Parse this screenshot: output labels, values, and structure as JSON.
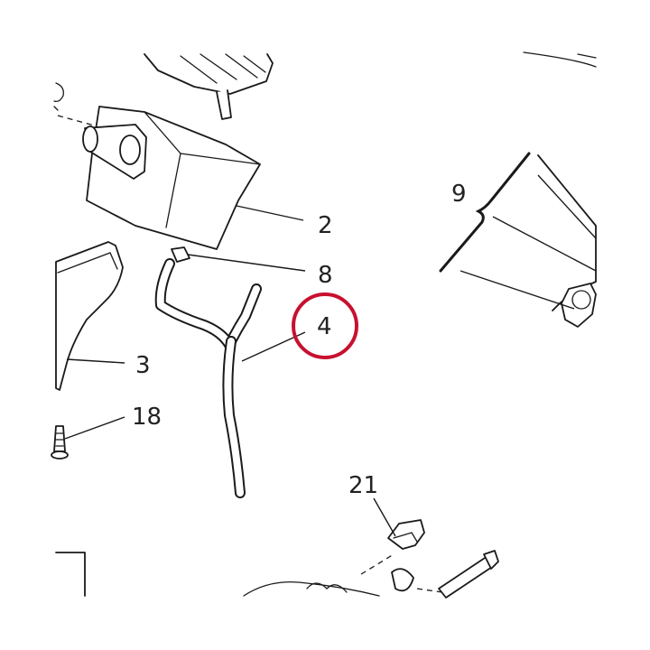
{
  "diagram": {
    "callouts": [
      {
        "id": "callout-2",
        "label": "2"
      },
      {
        "id": "callout-8",
        "label": "8"
      },
      {
        "id": "callout-4",
        "label": "4"
      },
      {
        "id": "callout-3",
        "label": "3"
      },
      {
        "id": "callout-18",
        "label": "18"
      },
      {
        "id": "callout-9",
        "label": "9"
      },
      {
        "id": "callout-21",
        "label": "21"
      }
    ],
    "highlighted_callout": "4",
    "colors": {
      "line": "#1a1a1a",
      "highlight_ring": "#c8102e",
      "background": "#ffffff"
    }
  }
}
